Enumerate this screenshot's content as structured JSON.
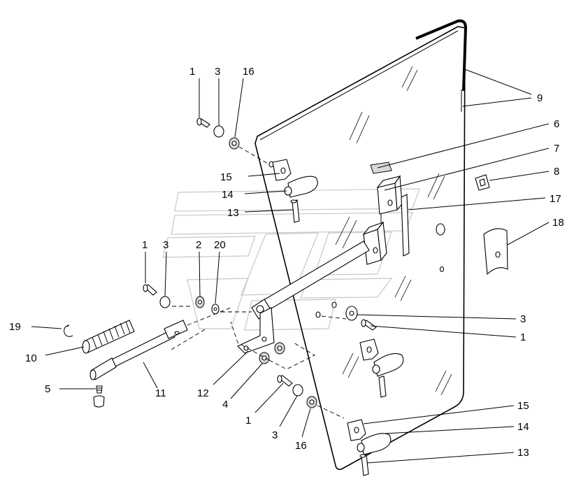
{
  "diagram": {
    "callouts": [
      {
        "id": "c9",
        "text": "9"
      },
      {
        "id": "c6",
        "text": "6"
      },
      {
        "id": "c7",
        "text": "7"
      },
      {
        "id": "c8",
        "text": "8"
      },
      {
        "id": "c17",
        "text": "17"
      },
      {
        "id": "c18",
        "text": "18"
      },
      {
        "id": "c1a",
        "text": "1"
      },
      {
        "id": "c3a",
        "text": "3"
      },
      {
        "id": "c16a",
        "text": "16"
      },
      {
        "id": "c15a",
        "text": "15"
      },
      {
        "id": "c14a",
        "text": "14"
      },
      {
        "id": "c13a",
        "text": "13"
      },
      {
        "id": "c1b",
        "text": "1"
      },
      {
        "id": "c3b",
        "text": "3"
      },
      {
        "id": "c2",
        "text": "2"
      },
      {
        "id": "c20",
        "text": "20"
      },
      {
        "id": "c19",
        "text": "19"
      },
      {
        "id": "c10",
        "text": "10"
      },
      {
        "id": "c5",
        "text": "5"
      },
      {
        "id": "c11",
        "text": "11"
      },
      {
        "id": "c12",
        "text": "12"
      },
      {
        "id": "c4",
        "text": "4"
      },
      {
        "id": "c1c",
        "text": "1"
      },
      {
        "id": "c3c",
        "text": "3"
      },
      {
        "id": "c16b",
        "text": "16"
      },
      {
        "id": "c3d",
        "text": "3"
      },
      {
        "id": "c1d",
        "text": "1"
      },
      {
        "id": "c15b",
        "text": "15"
      },
      {
        "id": "c14b",
        "text": "14"
      },
      {
        "id": "c13b",
        "text": "13"
      }
    ]
  }
}
